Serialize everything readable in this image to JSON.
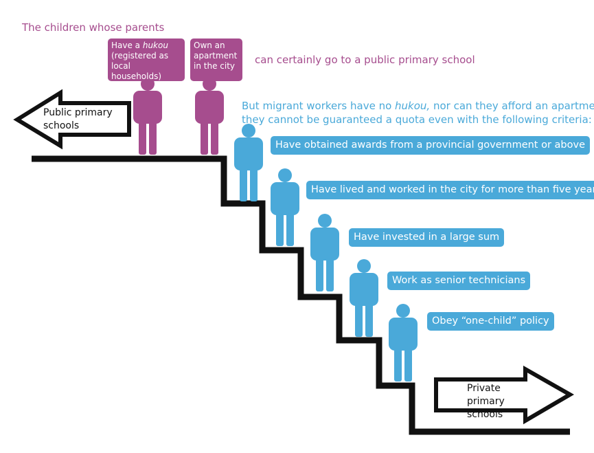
{
  "title": "The children whose parents",
  "purple_boxes": [
    {
      "pre": "Have a ",
      "em": "hukou",
      "post": "(registered as local households)"
    },
    {
      "text": "Own an apartment in the city"
    }
  ],
  "purple_result": "can certainly go to a public primary school",
  "migrant_intro": {
    "line1_pre": "But migrant workers have no ",
    "line1_em": "hukou,",
    "line1_post": " nor can they afford an apartment,",
    "line2": "they cannot be guaranteed a quota even with the following criteria:"
  },
  "criteria": [
    "Have obtained awards from a provincial government or above",
    "Have lived and worked in the city for more than five years",
    "Have invested in a large sum",
    "Work as senior technicians",
    "Obey “one-child” policy"
  ],
  "left_arrow_label": "Public primary schools",
  "right_arrow_label": "Private primary schools",
  "colors": {
    "purple": "#a64d8e",
    "blue": "#4aa9d9",
    "stairs": "#111111"
  },
  "icons": {
    "person": "person-icon",
    "left_arrow": "arrow-left-icon",
    "right_arrow": "arrow-right-icon"
  }
}
